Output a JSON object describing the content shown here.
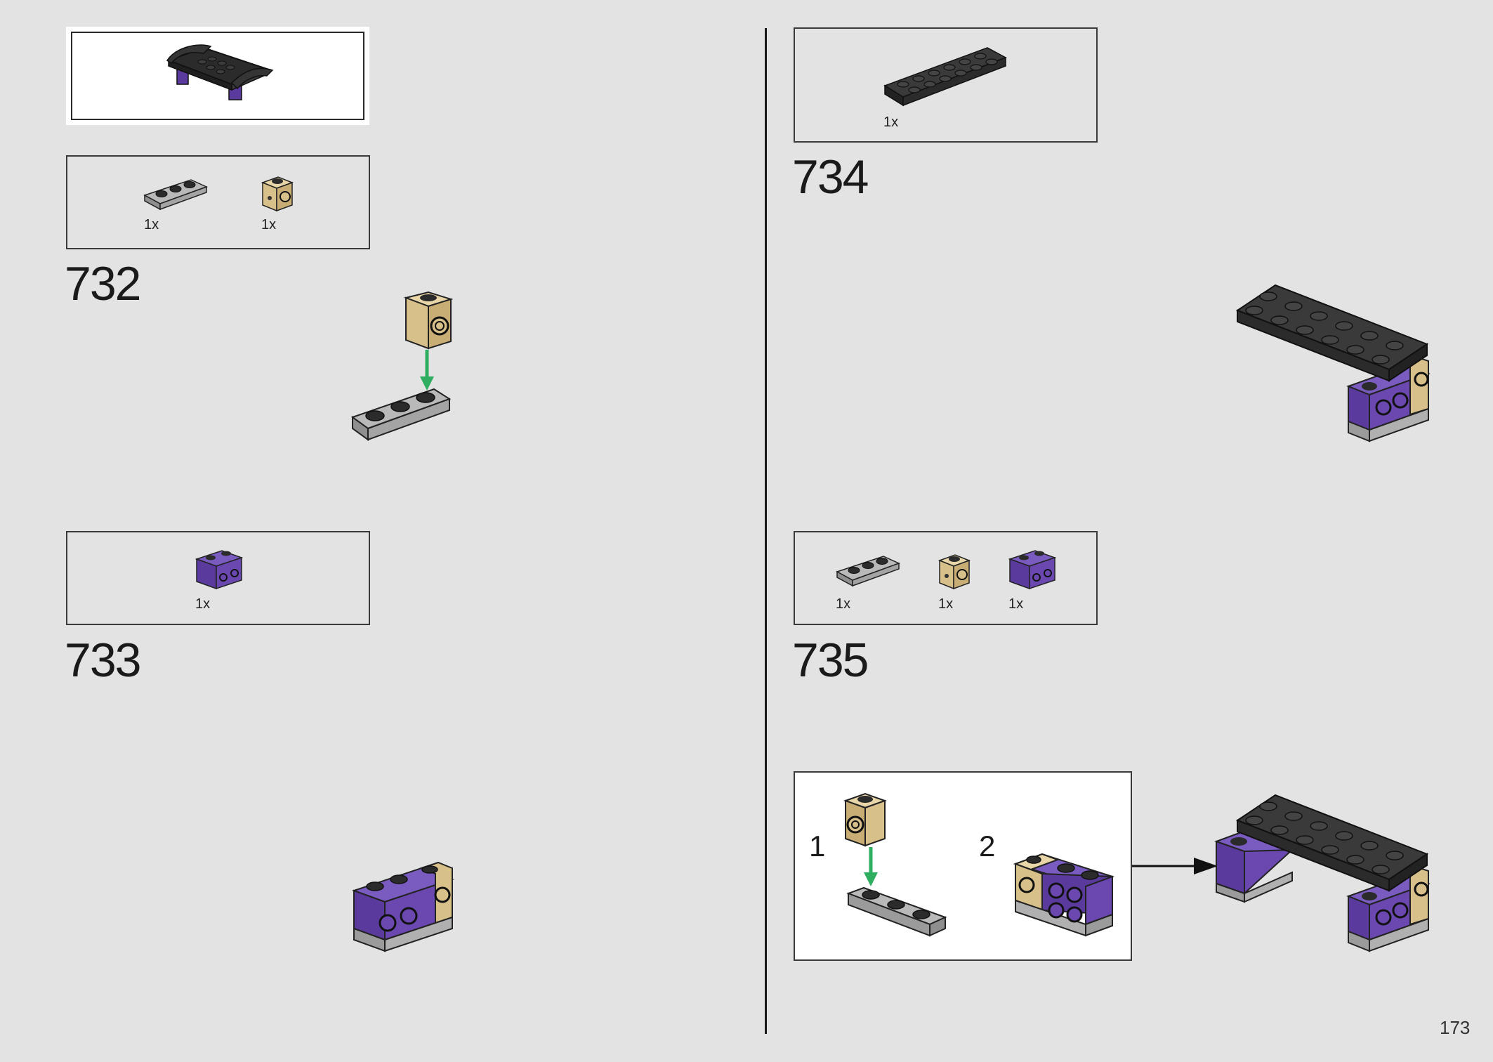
{
  "page": {
    "number": "173"
  },
  "steps": [
    {
      "number": "732",
      "parts": [
        {
          "qty": "1x",
          "part": "light-gray 1x3 plate"
        },
        {
          "qty": "1x",
          "part": "tan 1x1 brick with stud on side"
        }
      ]
    },
    {
      "number": "733",
      "parts": [
        {
          "qty": "1x",
          "part": "purple 1x2 brick with studs on side"
        }
      ]
    },
    {
      "number": "734",
      "parts": [
        {
          "qty": "1x",
          "part": "black 2x6 plate"
        }
      ]
    },
    {
      "number": "735",
      "parts": [
        {
          "qty": "1x",
          "part": "light-gray 1x3 plate"
        },
        {
          "qty": "1x",
          "part": "tan 1x1 brick with stud on side"
        },
        {
          "qty": "1x",
          "part": "purple 1x2 brick with studs on side"
        }
      ],
      "substeps": [
        {
          "number": "1"
        },
        {
          "number": "2"
        }
      ]
    }
  ],
  "colors": {
    "background": "#e3e3e3",
    "black_brick": "#2b2b2b",
    "purple_brick": "#5b3a9e",
    "tan_brick": "#d8c08a",
    "gray_brick": "#a9a9a9",
    "arrow_green": "#2fae62"
  },
  "icons": [
    "green-down-arrow-icon",
    "black-right-arrow-icon"
  ]
}
